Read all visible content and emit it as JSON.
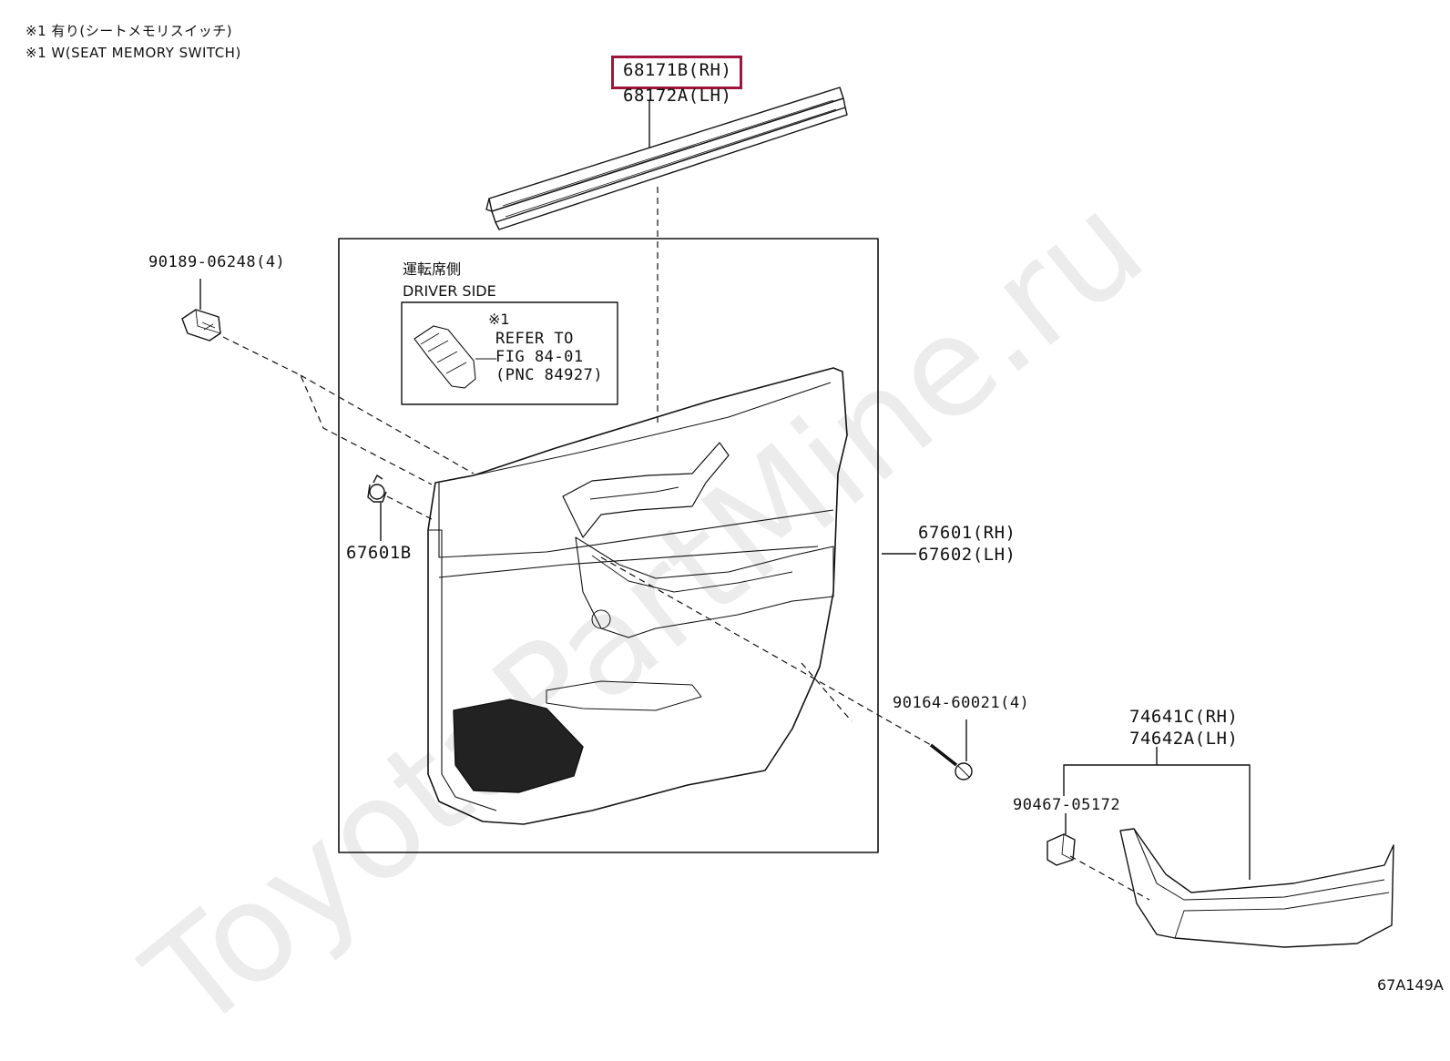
{
  "notes": {
    "line1": "※1 有り(シートメモリスイッチ)",
    "line2": "※1 W(SEAT MEMORY SWITCH)"
  },
  "parts": {
    "weatherstrip_rh": "68171B(RH)",
    "weatherstrip_lh": "68172A(LH)",
    "clip_top": "90189-06248(4)",
    "clip_left": "67601B",
    "panel_rh": "67601(RH)",
    "panel_lh": "67602(LH)",
    "screw": "90164-60021(4)",
    "armrest_rh": "74641C(RH)",
    "armrest_lh": "74642A(LH)",
    "armrest_clip": "90467-05172"
  },
  "callout": {
    "title_jp": "運転席側",
    "title_en": "DRIVER SIDE",
    "mark": "※1",
    "line1": "REFER TO",
    "line2": "FIG 84-01",
    "line3": "(PNC 84927)"
  },
  "watermark": "ToyotaPartMine.ru",
  "figure_id": "67A149A",
  "colors": {
    "highlight": "#a0163a",
    "line": "#111111"
  }
}
